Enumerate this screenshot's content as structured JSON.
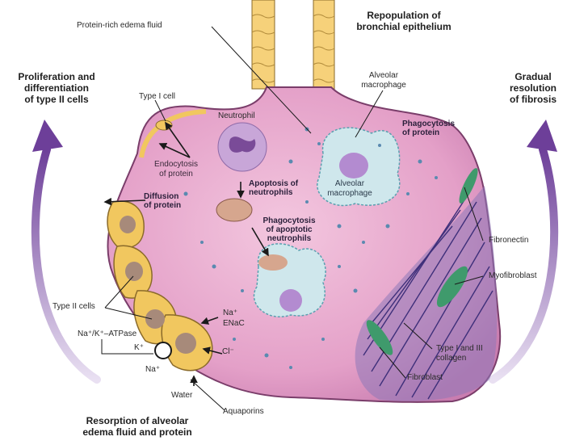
{
  "labels": {
    "protein_rich_edema_fluid": "Protein-rich edema fluid",
    "repopulation": [
      "Repopulation of",
      "bronchial epithelium"
    ],
    "proliferation": [
      "Proliferation and",
      "differentiation",
      "of type II cells"
    ],
    "gradual_resolution": [
      "Gradual",
      "resolution",
      "of fibrosis"
    ],
    "type_i_cell": "Type I cell",
    "neutrophil": "Neutrophil",
    "alveolar_macrophage_top": [
      "Alveolar",
      "macrophage"
    ],
    "phagocytosis_protein": [
      "Phagocytosis",
      "of protein"
    ],
    "endocytosis": [
      "Endocytosis",
      "of protein"
    ],
    "apoptosis": [
      "Apoptosis of",
      "neutrophils"
    ],
    "alveolar_macrophage_inner": [
      "Alveolar",
      "macrophage"
    ],
    "diffusion": [
      "Diffusion",
      "of protein"
    ],
    "phagocytosis_apoptotic": [
      "Phagocytosis",
      "of apoptotic",
      "neutrophils"
    ],
    "fibronectin": "Fibronectin",
    "myofibroblast": "Myofibroblast",
    "type_ii_cells": "Type II cells",
    "na_plus": "Na⁺",
    "enac": "ENaC",
    "na_k_atpase": "Na⁺/K⁺–ATPase",
    "k_plus": "K⁺",
    "cl_minus": "Cl⁻",
    "na_plus_bottom": "Na⁺",
    "collagen": [
      "Type I and III",
      "collagen"
    ],
    "fibroblast": "Fibroblast",
    "water": "Water",
    "aquaporins": "Aquaporins",
    "resorption": [
      "Resorption of alveolar",
      "edema fluid and protein"
    ]
  },
  "colors": {
    "alveolus_fill": "#e6a6cc",
    "alveolus_edge": "#7a3d6a",
    "epithelium": "#f1c75f",
    "arrow_purple": "#7a4fa0",
    "macrophage": "#cfe7ec",
    "neutrophil": "#c8a6d8",
    "fibrosis": "#5e4f9a",
    "myofibroblast": "#3f9a6c"
  }
}
